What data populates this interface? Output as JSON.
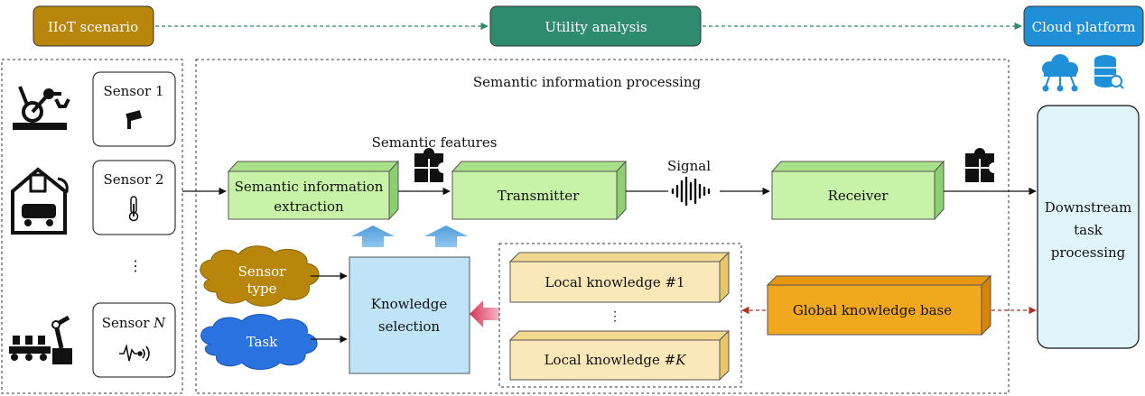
{
  "top_bar": {
    "iiot_scenario": "IIoT scenario",
    "utility_analysis": "Utility analysis",
    "cloud_platform": "Cloud platform"
  },
  "sensors": {
    "sensor_1": "Sensor 1",
    "sensor_2": "Sensor 2",
    "sensor_n_prefix": "Sensor ",
    "sensor_n_var": "N",
    "ellipsis": "⋮"
  },
  "semantic_processing": {
    "title": "Semantic information processing",
    "semantic_features": "Semantic features",
    "extraction_line1": "Semantic information",
    "extraction_line2": "extraction",
    "transmitter": "Transmitter",
    "signal": "Signal",
    "receiver": "Receiver"
  },
  "knowledge": {
    "sensor_type_line1": "Sensor",
    "sensor_type_line2": "type",
    "task": "Task",
    "selection_line1": "Knowledge",
    "selection_line2": "selection",
    "local_1": "Local knowledge #1",
    "local_k_prefix": "Local knowledge #",
    "local_k_var": "K",
    "ellipsis": "⋮",
    "global": "Global knowledge base"
  },
  "downstream": {
    "line1": "Downstream",
    "line2": "task",
    "line3": "processing"
  },
  "colors": {
    "iiot": "#b8860b",
    "utility": "#2e8b6e",
    "cloud": "#1f8fd8",
    "green_box": "#c8f2a8",
    "green_top": "#a9e08a",
    "selection": "#bfe4f7",
    "local_kb": "#fbe8b8",
    "global_kb": "#f2a81d",
    "downstream": "#dff4fb",
    "cloud_sensor_type": "#b8860b",
    "cloud_task": "#2a72e0",
    "dashed_link": "#2e8b6e",
    "dashed_red": "#b0302a"
  }
}
